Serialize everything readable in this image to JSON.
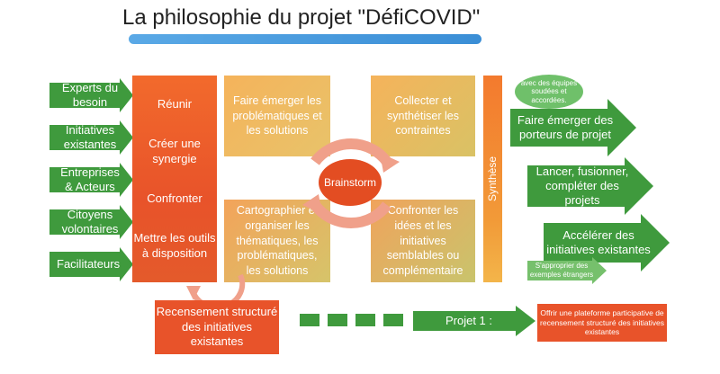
{
  "title": "La philosophie du projet \"DéfiCOVID\"",
  "left_inputs": [
    "Experts du besoin",
    "Initiatives existantes",
    "Entreprises & Acteurs",
    "Citoyens volontaires",
    "Facilitateurs"
  ],
  "center_actions": [
    "Réunir",
    "Créer une synergie",
    "Confronter",
    "Mettre les outils à disposition"
  ],
  "quadrants": {
    "top_left": "Faire émerger les problématiques et les solutions",
    "top_right": "Collecter et synthétiser les contraintes",
    "bottom_left": "Cartographier et organiser les thématiques, les problématiques, les solutions",
    "bottom_right": "Confronter les idées et les initiatives semblables ou complémentaire"
  },
  "center_label": "Brainstorm",
  "synthesis_label": "Synthèse",
  "teams_bubble": "avec des équipes soudées et accordées.",
  "outputs": [
    "Faire émerger des porteurs de projet",
    "Lancer, fusionner, compléter des projets",
    "Accélérer des initiatives existantes"
  ],
  "small_output": "S'approprier des exemples étrangers",
  "bottom_box": "Recensement structuré des initiatives existantes",
  "project_label": "Projet 1 :",
  "project_result": "Offrir une plateforme participative de recensement structuré des initiatives existantes",
  "colors": {
    "green": "#3f9a3d",
    "orange": "#e8532a",
    "amber": "#f5b35b",
    "blue": "#3a8ed6"
  }
}
